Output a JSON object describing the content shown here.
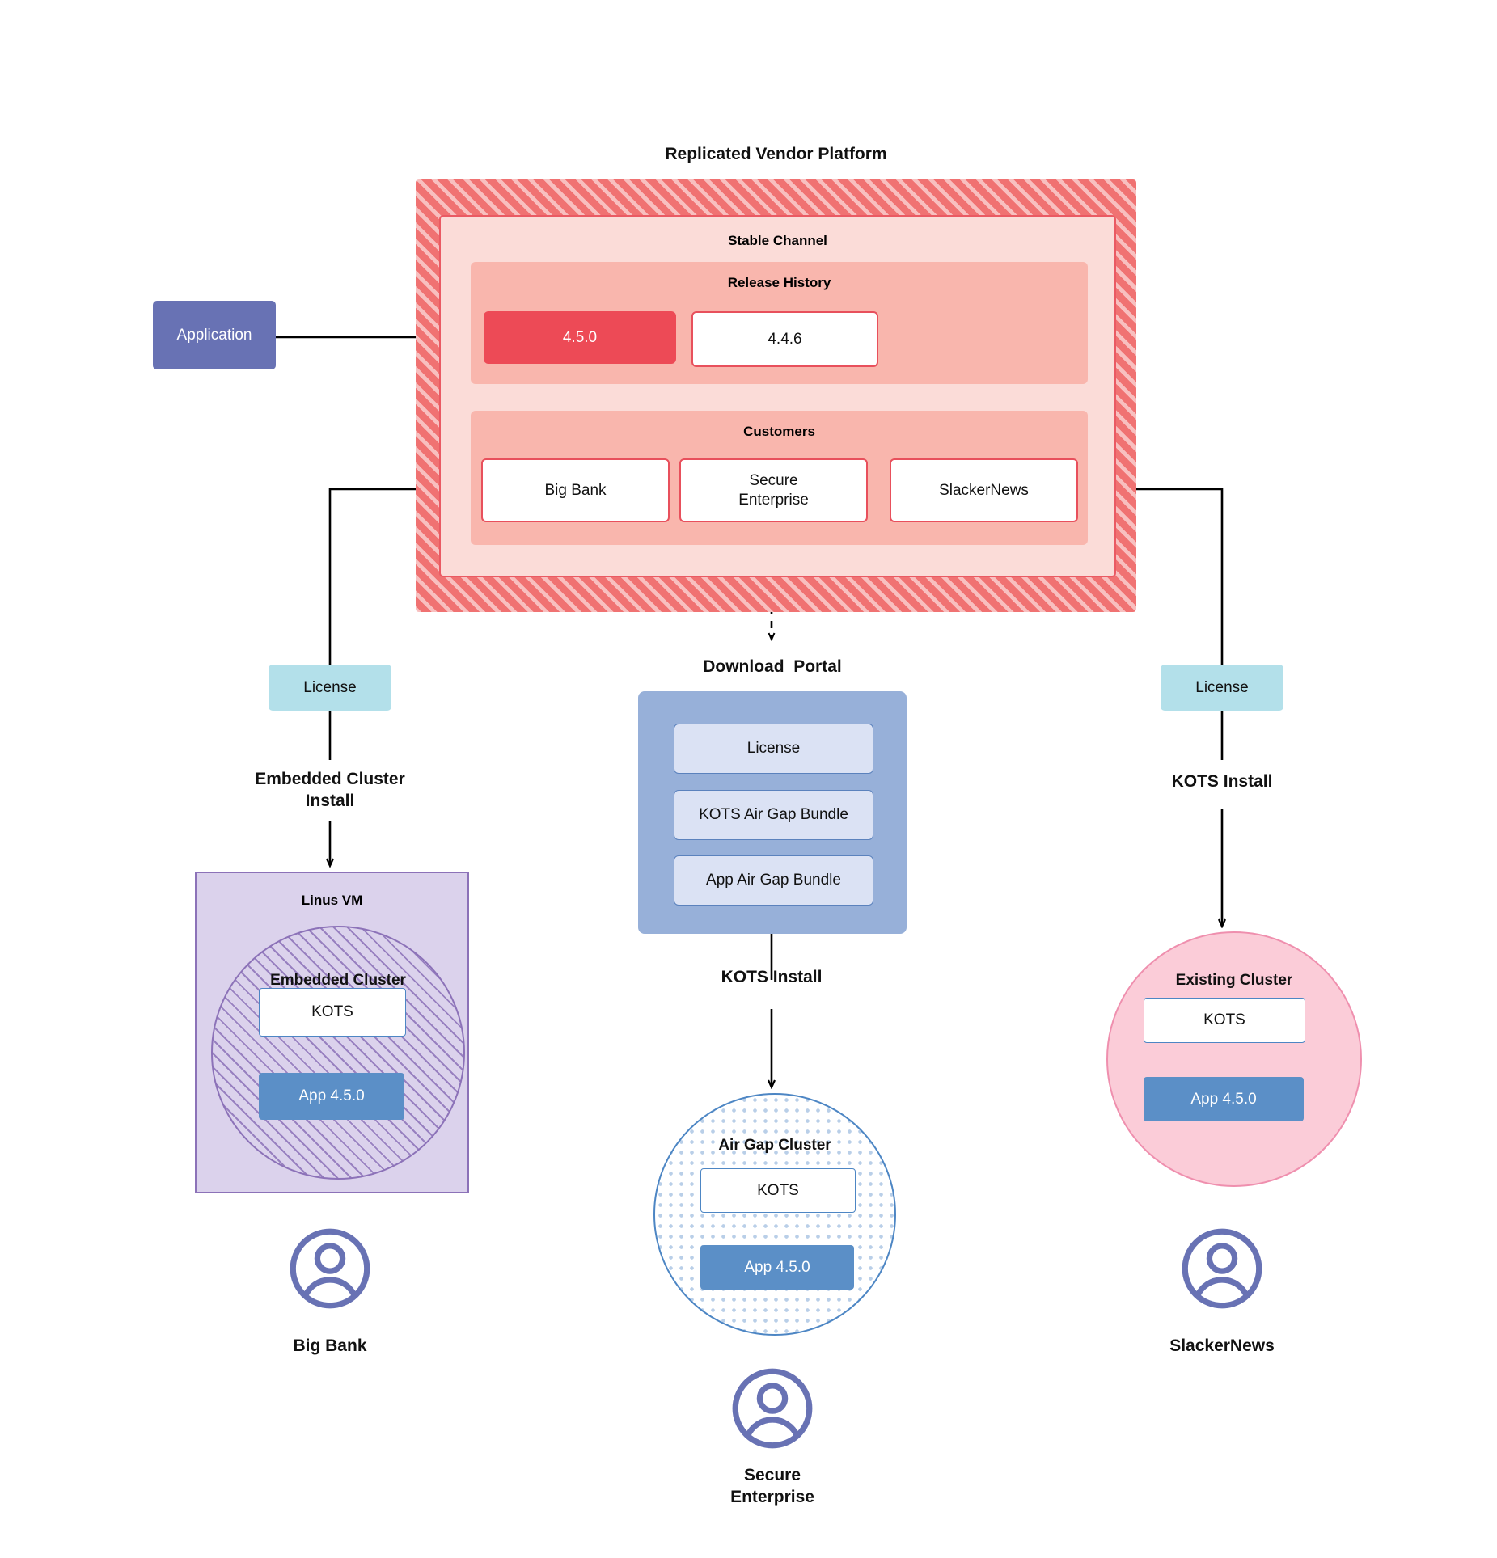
{
  "diagram": {
    "vendor_platform": {
      "title": "Replicated Vendor Platform",
      "channel_title": "Stable Channel",
      "release_history": {
        "title": "Release History",
        "releases": [
          {
            "version": "4.5.0",
            "state": "current"
          },
          {
            "version": "4.4.6",
            "state": "previous"
          }
        ]
      },
      "customers": {
        "title": "Customers",
        "items": [
          {
            "name": "Big Bank"
          },
          {
            "name": "Secure\nEnterprise"
          },
          {
            "name": "SlackerNews"
          }
        ]
      }
    },
    "application": {
      "label": "Application"
    },
    "licenses": [
      {
        "label": "License",
        "side": "left"
      },
      {
        "label": "License",
        "side": "right"
      }
    ],
    "download_portal": {
      "title": "Download  Portal",
      "items": [
        {
          "label": "License"
        },
        {
          "label": "KOTS Air Gap Bundle"
        },
        {
          "label": "App Air Gap Bundle"
        }
      ]
    },
    "install_labels": {
      "left": "Embedded Cluster\nInstall",
      "center": "KOTS Install",
      "right": "KOTS Install"
    },
    "targets": {
      "left": {
        "host_label": "Linus VM",
        "cluster_label": "Embedded Cluster",
        "kots_label": "KOTS",
        "app_label": "App 4.5.0"
      },
      "center": {
        "cluster_label": "Air Gap Cluster",
        "kots_label": "KOTS",
        "app_label": "App 4.5.0"
      },
      "right": {
        "cluster_label": "Existing Cluster",
        "kots_label": "KOTS",
        "app_label": "App 4.5.0"
      }
    },
    "personas": [
      {
        "name": "Big Bank"
      },
      {
        "name": "Secure\nEnterprise"
      },
      {
        "name": "SlackerNews"
      }
    ],
    "colors": {
      "platform_hatch": "#f07272",
      "channel_bg": "#fbdcd8",
      "section_bg": "#f9b6ad",
      "release_current": "#ed4a56",
      "release_border": "#e8505c",
      "application": "#6872b4",
      "license": "#b3e0ea",
      "portal_bg": "#97b0d9",
      "portal_item": "#dbe2f4",
      "vm_bg": "#dbd2ec",
      "vm_border": "#8c72b8",
      "airgap_border": "#4d86c4",
      "existing_bg": "#fbccd8",
      "existing_border": "#ef8fae",
      "app_chip": "#5b8fc7",
      "avatar": "#6872b4"
    }
  }
}
